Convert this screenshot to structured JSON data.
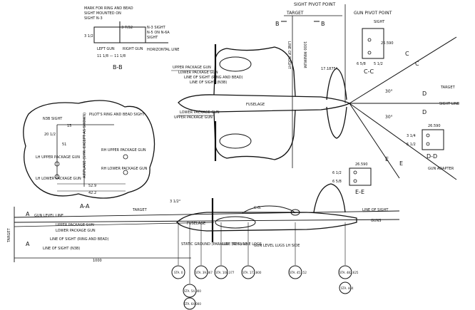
{
  "sections": {
    "bb": {
      "caption": "B-B",
      "note1": "MARK FOR RING AND BEAD",
      "note2": "SIGHT MOUNTED ON",
      "note3": "SIGHT N-3",
      "dim_top": "3 7/32",
      "right1": "N-3 SIGHT",
      "right2": "N-5 ON N-6A",
      "right3": "SIGHT",
      "left_gun": "LEFT GUN",
      "right_gun": "RIGHT GUN",
      "horizontal_line": "HORIZONTAL LINE",
      "dim_side": "3 1/2",
      "dims_bottom": "11 1/8 — 11 1/8"
    },
    "aa": {
      "caption": "A-A",
      "n3": "N3B SIGHT",
      "ring": "PILOT'S RING AND BEAD SIGHT",
      "dim1": "15",
      "dim2": "20 1/2",
      "dim3": "51",
      "lh_upper": "LH UPPER PACKAGE GUN",
      "lh_lower": "LH LOWER PACKAGE GUN",
      "rh_upper": "RH UPPER PACKAGE GUN",
      "rh_lower": "RH LOWER PACKAGE GUN",
      "airplane": "AIRPLANE (SYM. EXCEPT AS SHOWN)",
      "dim_52": "52.9",
      "dim_42": "42.2"
    },
    "cc": {
      "caption": "C-C",
      "sight": "SIGHT",
      "dim_a": "26.590",
      "dim_b": "6 5/8",
      "dim_c": "5 1/2"
    },
    "dd": {
      "caption": "D-D",
      "dim_a": "26.590",
      "dim_b": "3 1/4",
      "dim_c": "5 1/2"
    },
    "ee": {
      "caption": "E-E",
      "dim_a": "26.590",
      "dim_b": "6 1/2",
      "dim_c": "6 5/8"
    }
  },
  "plan_view": {
    "sight_pivot": "SIGHT PIVOT POINT",
    "gun_pivot": "GUN PIVOT POINT",
    "target": "TARGET",
    "b_left": "B",
    "b_right": "B",
    "c_left": "C",
    "c_right": "C",
    "d_left": "D",
    "d_right": "D",
    "e_left": "E",
    "e_right": "E",
    "dim_17": "17.1875\"",
    "dim_1000": "1000 MINIMUM",
    "line_of_flight": "LINE OF FLIGHT",
    "upper_pkg": "UPPER PACKAGE GUN",
    "lower_pkg": "LOWER PACKAGE GUN",
    "los_ring": "LINE OF SIGHT (RING AND BEAD)",
    "los_n3b": "LINE OF SIGHT (N3B)",
    "lower_pkg2": "LOWER PACKAGE GUN",
    "upper_pkg2": "UPPER PACKAGE GUN",
    "fuselage": "FUSELAGE",
    "sight_line": "SIGHT LINE",
    "target_r": "TARGET",
    "gun_adapter": "GUN ADAPTER",
    "deg30": "30°",
    "deg": "30°"
  },
  "side_view": {
    "a_left": "A",
    "a_left2": "A",
    "gun_level_line": "GUN LEVEL LINE",
    "dim_312": "3 1/2°",
    "target": "TARGET",
    "fuselage": "FUSELAGE",
    "cg": "C.G.",
    "line_of_sight": "LINE OF SIGHT",
    "guns": "GUNS",
    "upper_pkg": "UPPER PACKAGE GUN",
    "lower_pkg": "LOWER PACKAGE GUN",
    "los_ring": "LINE OF SIGHT (RING AND BEAD)",
    "los_n3b": "LINE OF SIGHT (N3B)",
    "target_vert": "TARGET",
    "dim_1000": "1000",
    "static_ground": "STATIC GROUND (PARALLEL TO GUN)",
    "line_ref": "LINE (REF.) LINE LOGS",
    "gun_level_lugs": "GUN LEVEL LUGS LH SIDE",
    "stations": [
      "STA. 0",
      "STA. 39.667",
      "STA. 54.000",
      "STA. 64.000",
      "STA. 108.377",
      "STA. 173.800",
      "STA. 453.52",
      "STA. 482.625",
      "STA. 444"
    ]
  }
}
